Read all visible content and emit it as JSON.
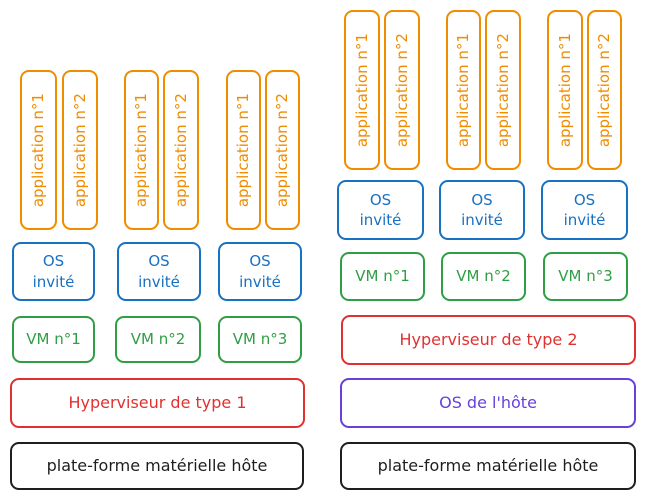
{
  "type1": {
    "hardware": "plate-forme matérielle hôte",
    "hypervisor": "Hyperviseur de type 1",
    "vms": [
      "VM n°1",
      "VM n°2",
      "VM n°3"
    ],
    "guest_os": "OS\ninvité",
    "app1": "application n°1",
    "app2": "application n°2"
  },
  "type2": {
    "hardware": "plate-forme matérielle hôte",
    "host_os": "OS de l'hôte",
    "hypervisor": "Hyperviseur de type 2",
    "vms": [
      "VM n°1",
      "VM n°2",
      "VM n°3"
    ],
    "guest_os": "OS\ninvité",
    "app1": "application n°1",
    "app2": "application n°2"
  },
  "colors": {
    "hardware": "#1e1e1e",
    "hypervisor": "#e03131",
    "host_os": "#6741d9",
    "vm": "#2f9e44",
    "guest_os": "#1971c2",
    "app": "#f08c00"
  }
}
